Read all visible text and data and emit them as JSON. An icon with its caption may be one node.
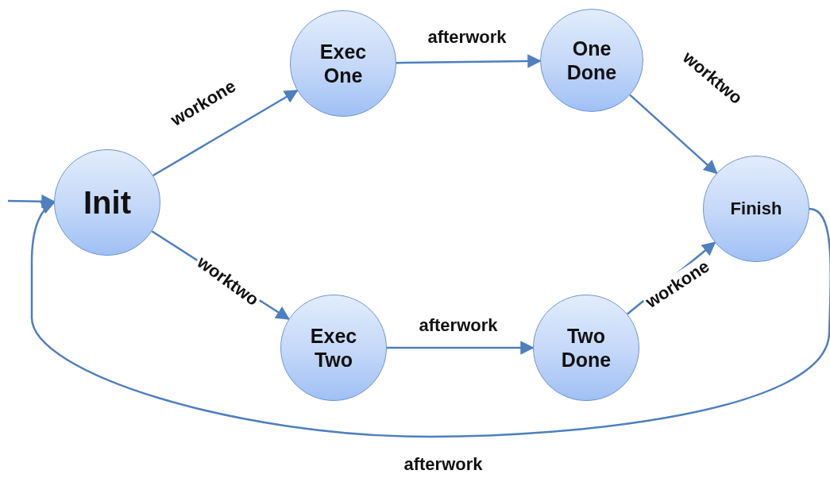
{
  "diagram": {
    "nodes": [
      {
        "text": [
          "Init"
        ]
      },
      {
        "text": [
          "Exec One"
        ]
      },
      {
        "text": [
          "One Done"
        ]
      },
      {
        "text": [
          "Finish"
        ]
      },
      {
        "text": [
          "Exec Two"
        ]
      },
      {
        "text": [
          "Two Done"
        ]
      }
    ],
    "edges": [
      {
        "from": null,
        "to": 0,
        "arrow": "to"
      },
      {
        "from": 0,
        "to": 1,
        "arrow": "to",
        "label": "workone"
      },
      {
        "from": 1,
        "to": 2,
        "arrow": "to",
        "label": "afterwork"
      },
      {
        "from": 2,
        "to": 3,
        "arrow": "to",
        "label": "worktwo"
      },
      {
        "from": 0,
        "to": 4,
        "arrow": "to",
        "label": "worktwo"
      },
      {
        "from": 4,
        "to": 5,
        "arrow": "to",
        "label": "afterwork"
      },
      {
        "from": 5,
        "to": 3,
        "arrow": "to",
        "label": "workone"
      },
      {
        "from": 3,
        "to": 0,
        "arrow": "to",
        "label": "afterwork"
      }
    ]
  }
}
